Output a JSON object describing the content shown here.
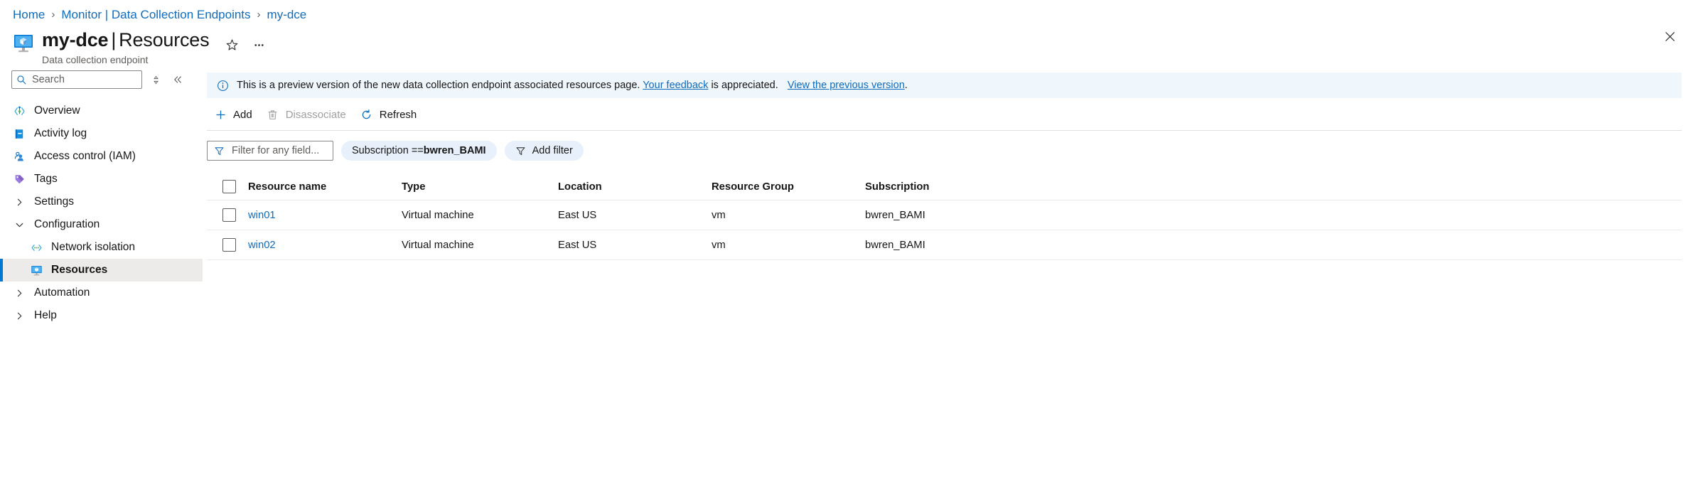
{
  "breadcrumb": {
    "items": [
      {
        "label": "Home",
        "current": false
      },
      {
        "label": "Monitor | Data Collection Endpoints",
        "current": false
      },
      {
        "label": "my-dce",
        "current": true
      }
    ],
    "separator": "›"
  },
  "header": {
    "resource_name": "my-dce",
    "separator": "|",
    "section": "Resources",
    "subtitle": "Data collection endpoint",
    "favorite_icon": "star-icon",
    "more_icon": "ellipsis-icon",
    "close_icon": "close-icon",
    "resource_icon": "data-collection-endpoint-icon"
  },
  "sidebar": {
    "search": {
      "placeholder": "Search",
      "icon": "search-icon"
    },
    "sort_icon": "sort-icon",
    "collapse_icon": "double-chevron-left-icon",
    "items": [
      {
        "label": "Overview",
        "icon": "overview-icon",
        "type": "leaf",
        "selected": false,
        "indent": 0
      },
      {
        "label": "Activity log",
        "icon": "activity-log-icon",
        "type": "leaf",
        "selected": false,
        "indent": 0
      },
      {
        "label": "Access control (IAM)",
        "icon": "access-control-icon",
        "type": "leaf",
        "selected": false,
        "indent": 0
      },
      {
        "label": "Tags",
        "icon": "tags-icon",
        "type": "leaf",
        "selected": false,
        "indent": 0
      },
      {
        "label": "Settings",
        "icon": "chevron-right-icon",
        "type": "collapsed",
        "selected": false,
        "indent": 0
      },
      {
        "label": "Configuration",
        "icon": "chevron-down-icon",
        "type": "expanded",
        "selected": false,
        "indent": 0
      },
      {
        "label": "Network isolation",
        "icon": "network-isolation-icon",
        "type": "leaf",
        "selected": false,
        "indent": 1
      },
      {
        "label": "Resources",
        "icon": "resources-icon",
        "type": "leaf",
        "selected": true,
        "indent": 1
      },
      {
        "label": "Automation",
        "icon": "chevron-right-icon",
        "type": "collapsed",
        "selected": false,
        "indent": 0
      },
      {
        "label": "Help",
        "icon": "chevron-right-icon",
        "type": "collapsed",
        "selected": false,
        "indent": 0
      }
    ]
  },
  "banner": {
    "icon": "info-icon",
    "text_before_link1": "This is a preview version of the new data collection endpoint associated resources page.",
    "link1": "Your feedback",
    "text_between": "is appreciated.",
    "link2": "View the previous version",
    "text_after": "."
  },
  "toolbar": {
    "add_label": "Add",
    "add_icon": "plus-icon",
    "disassociate_label": "Disassociate",
    "disassociate_icon": "trash-icon",
    "disassociate_disabled": true,
    "refresh_label": "Refresh",
    "refresh_icon": "refresh-icon"
  },
  "filters": {
    "field_filter_placeholder": "Filter for any field...",
    "field_filter_icon": "funnel-icon",
    "subscription_pill": {
      "label": "Subscription == ",
      "value": "bwren_BAMI"
    },
    "add_filter_label": "Add filter",
    "add_filter_icon": "funnel-icon"
  },
  "table": {
    "columns": [
      "Resource name",
      "Type",
      "Location",
      "Resource Group",
      "Subscription"
    ],
    "select_all_checkbox": "select-all-checkbox",
    "rows": [
      {
        "name": "win01",
        "type": "Virtual machine",
        "location": "East US",
        "resource_group": "vm",
        "subscription": "bwren_BAMI"
      },
      {
        "name": "win02",
        "type": "Virtual machine",
        "location": "East US",
        "resource_group": "vm",
        "subscription": "bwren_BAMI"
      }
    ]
  },
  "colors": {
    "link": "#0f6cbd",
    "accent": "#0078d4",
    "banner_bg": "#eff6fc",
    "pill_bg": "#e8f1fb",
    "selected_bg": "#edebe9"
  }
}
